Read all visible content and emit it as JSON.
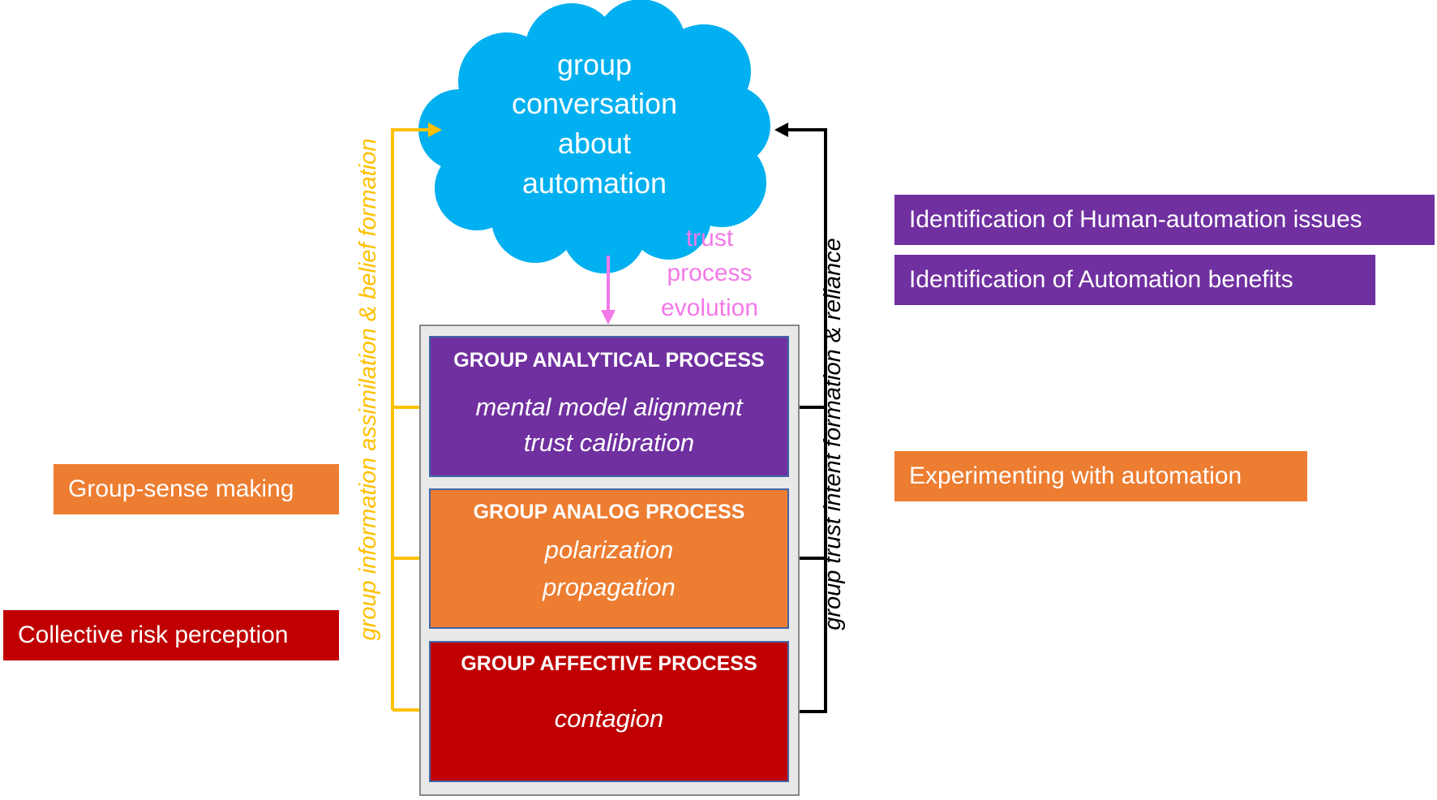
{
  "cloud": {
    "lines": [
      "group",
      "conversation",
      "about",
      "automation"
    ],
    "color": "#00b0f0"
  },
  "trust_evolution": {
    "lines": [
      "trust",
      "process",
      "evolution"
    ],
    "color": "#f279e8"
  },
  "processes": {
    "analytical": {
      "title": "GROUP ANALYTICAL PROCESS",
      "items": [
        "mental model alignment",
        "trust calibration"
      ],
      "color": "#7030a0"
    },
    "analog": {
      "title": "GROUP ANALOG PROCESS",
      "items": [
        "polarization",
        "propagation"
      ],
      "color": "#ed7d31"
    },
    "affective": {
      "title": "GROUP AFFECTIVE PROCESS",
      "items": [
        "contagion"
      ],
      "color": "#c00000"
    }
  },
  "left_label": {
    "text": "group information assimilation & belief formation",
    "color": "#ffc000"
  },
  "right_label": {
    "text": "group trust intent formation & reliance",
    "color": "#000000"
  },
  "left_boxes": [
    {
      "text": "Group-sense making",
      "color": "#ed7d31"
    },
    {
      "text": "Collective risk perception",
      "color": "#c00000"
    }
  ],
  "right_boxes": [
    {
      "text": "Identification of Human-automation issues",
      "color": "#7030a0"
    },
    {
      "text": "Identification of Automation benefits",
      "color": "#7030a0"
    },
    {
      "text": "Experimenting with automation",
      "color": "#ed7d31"
    }
  ]
}
